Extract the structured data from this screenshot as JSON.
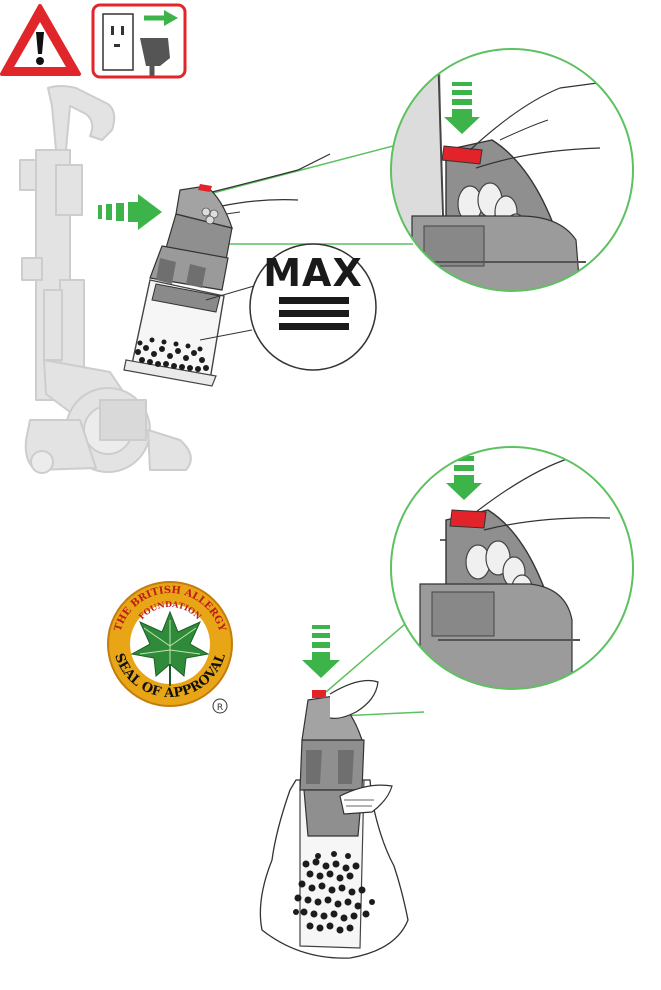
{
  "warning": {
    "icon": "warning-triangle-icon",
    "unplug_icon": "unplug-socket-icon"
  },
  "max_label": {
    "text": "MAX"
  },
  "seal": {
    "top_text": "THE BRITISH ALLERGY",
    "sub_text": "FOUNDATION",
    "bottom_text": "SEAL OF APPROVAL",
    "registered_mark": "R",
    "icon": "leaf-seal-icon"
  },
  "colors": {
    "warning_red": "#e0262a",
    "arrow_green": "#3cb44a",
    "callout_green": "#5cc160",
    "release_red": "#e3232a",
    "bin_gray": "#8f8f8f",
    "machine_ghost": "#e2e2e2",
    "seal_gold": "#e8a617"
  }
}
